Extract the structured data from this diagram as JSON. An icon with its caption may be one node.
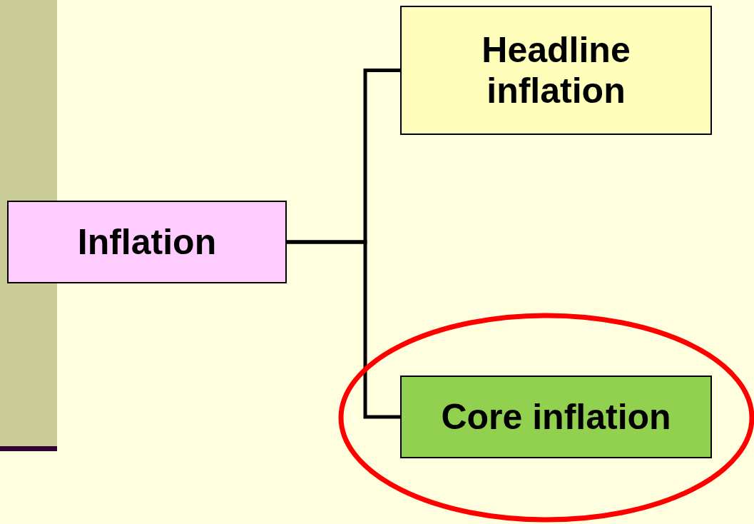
{
  "diagram": {
    "nodes": [
      {
        "text": [
          "Inflation"
        ]
      },
      {
        "text": [
          "Headline inflation"
        ]
      },
      {
        "text": [
          "Core inflation"
        ]
      }
    ],
    "edges": [
      {
        "from": 0,
        "to": 1,
        "arrow": "none"
      },
      {
        "from": 0,
        "to": 2,
        "arrow": "none"
      }
    ]
  }
}
